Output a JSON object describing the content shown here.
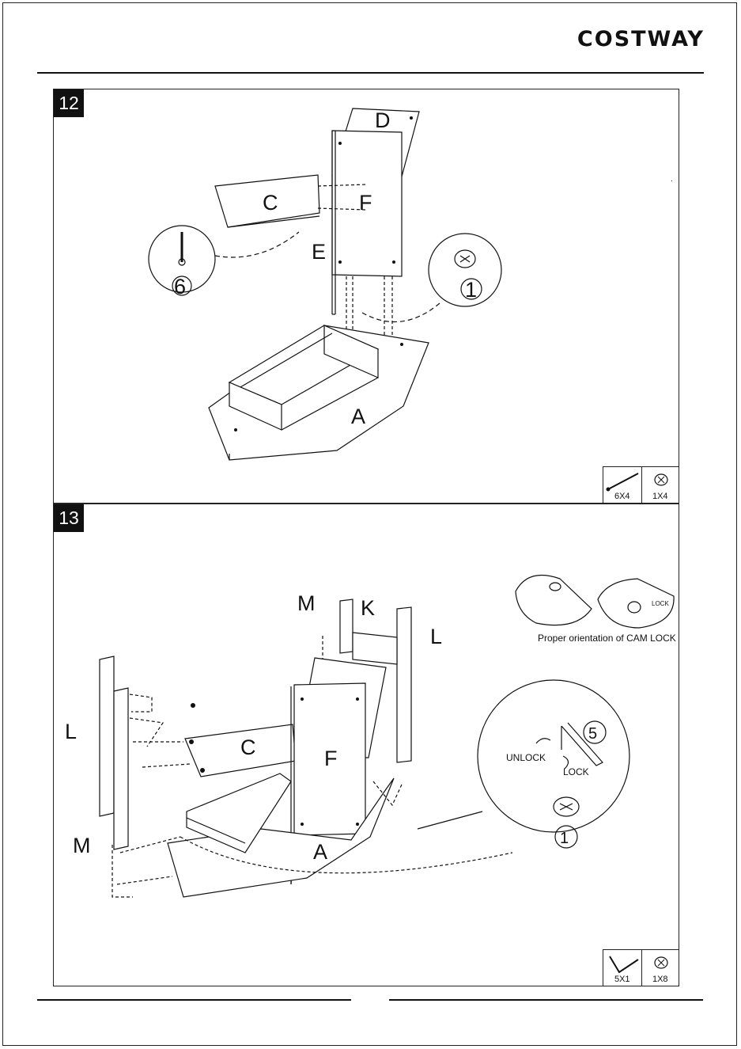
{
  "brand": "COSTWAY",
  "steps": [
    {
      "number": "12",
      "labels": {
        "d": "D",
        "c": "C",
        "f": "F",
        "e": "E",
        "a": "A"
      },
      "callouts": {
        "screw": "6",
        "cam": "1"
      },
      "legend": {
        "item1_qty": "6X4",
        "item2_qty": "1X4"
      },
      "stray_mark": "."
    },
    {
      "number": "13",
      "labels": {
        "m_top": "M",
        "k": "K",
        "l_right": "L",
        "l_left": "L",
        "c": "C",
        "f": "F",
        "m_bottom": "M",
        "a": "A"
      },
      "orientation_caption": "Proper orientation of CAM LOCK",
      "inset_lock_text": "LOCK",
      "callouts": {
        "tool": "5",
        "cam": "1",
        "unlock": "UNLOCK",
        "lock": "LOCK"
      },
      "legend": {
        "item1_qty": "5X1",
        "item2_qty": "1X8"
      }
    }
  ]
}
